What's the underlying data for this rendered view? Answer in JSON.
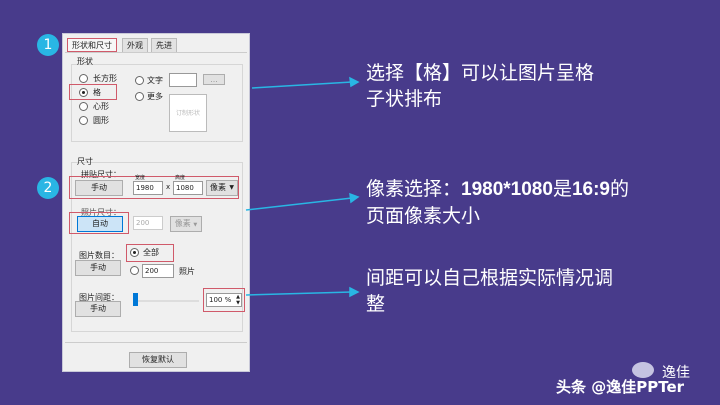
{
  "dialog": {
    "tabs": [
      "形状和尺寸",
      "外观",
      "先进"
    ],
    "shape_group": "形状",
    "shapes": {
      "rect": "长方形",
      "grid": "格",
      "heart": "心形",
      "circle": "圆形",
      "text": "文字",
      "more": "更多",
      "browse": "...",
      "preview": "订制形状"
    },
    "size_group": "尺寸",
    "canvas_label": "拼贴尺寸：",
    "canvas_btn": "手动",
    "width_label": "宽度",
    "height_label": "高度",
    "width": "1980",
    "x": "x",
    "height": "1080",
    "unit": "像素",
    "photo_label": "照片尺寸：",
    "photo_btn": "自动",
    "photo_value": "200",
    "photo_unit": "像素",
    "count_label": "图片数目：",
    "count_btn": "手动",
    "all": "全部",
    "count_value": "200",
    "count_unit": "照片",
    "spacing_label": "图片间距：",
    "spacing_btn": "手动",
    "spacing_value": "100",
    "spacing_unit": "%",
    "restore": "恢复默认"
  },
  "callouts": [
    {
      "number": "1",
      "line1": "选择【格】可以让图片呈格",
      "line2": "子状排布"
    },
    {
      "number": "2",
      "line1a": "像素选择：",
      "line1b": "1980*1080",
      "line1c": "是",
      "line1d": "16:9",
      "line1e": "的",
      "line2": "页面像素大小"
    },
    {
      "line1": "间距可以自己根据实际情况调",
      "line2": "整"
    }
  ],
  "watermark": {
    "text": "头条 @逸佳PPTer",
    "logo_text": "逸佳"
  },
  "colors": {
    "background": "#483b8b",
    "accent": "#29b6e4",
    "highlight": "#d05a6a"
  }
}
